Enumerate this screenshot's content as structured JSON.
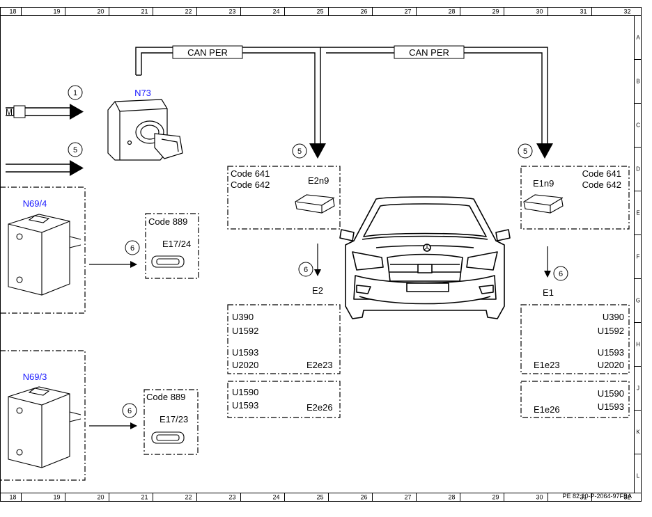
{
  "grid": {
    "columns": [
      "18",
      "19",
      "20",
      "21",
      "22",
      "23",
      "24",
      "25",
      "26",
      "27",
      "28",
      "29",
      "30",
      "31",
      "32"
    ],
    "rows": [
      "A",
      "B",
      "C",
      "D",
      "E",
      "F",
      "G",
      "H",
      "J",
      "K",
      "L"
    ]
  },
  "bus": {
    "label_left": "CAN PER",
    "label_right": "CAN PER"
  },
  "components": {
    "n73": "N73",
    "n69_4": "N69/4",
    "n69_3": "N69/3"
  },
  "left_signal": {
    "partial_label": "MI"
  },
  "markers": {
    "m1": "1",
    "m5_left": "5",
    "m5_center": "5",
    "m5_right": "5",
    "m6_n69_4": "6",
    "m6_n69_3": "6",
    "m6_center": "6",
    "m6_right": "6"
  },
  "boxes": {
    "e17_24": {
      "code": "Code 889",
      "label": "E17/24"
    },
    "e17_23": {
      "code": "Code 889",
      "label": "E17/23"
    },
    "e2n9": {
      "code1": "Code 641",
      "code2": "Code 642",
      "label": "E2n9"
    },
    "e1n9": {
      "code1": "Code 641",
      "code2": "Code 642",
      "label": "E1n9"
    },
    "e2e23": {
      "u1": "U390",
      "u2": "U1592",
      "u3": "U1593",
      "u4": "U2020",
      "label": "E2e23"
    },
    "e1e23": {
      "u1": "U390",
      "u2": "U1592",
      "u3": "U1593",
      "u4": "U2020",
      "label": "E1e23"
    },
    "e2e26": {
      "u1": "U1590",
      "u2": "U1593",
      "label": "E2e26"
    },
    "e1e26": {
      "u1": "U1590",
      "u2": "U1593",
      "label": "E1e26"
    }
  },
  "headlamp_labels": {
    "left": "E2",
    "right": "E1"
  },
  "footer": {
    "ref": "PE 82.10-P-2064-97FBA"
  },
  "colors": {
    "component_label": "#1a1aff",
    "line": "#000000"
  }
}
